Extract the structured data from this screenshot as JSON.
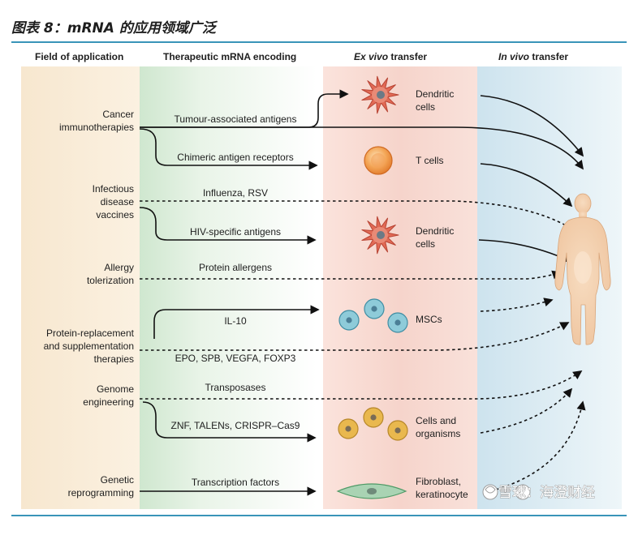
{
  "title": "图表 8：mRNA 的应用领域广泛",
  "headers": {
    "field": "Field of application",
    "encoding": "Therapeutic mRNA encoding",
    "exvivo_em": "Ex vivo",
    "exvivo_rest": " transfer",
    "invivo_em": "In vivo",
    "invivo_rest": " transfer"
  },
  "fields": [
    {
      "lines": [
        "Cancer",
        "immunotherapies"
      ]
    },
    {
      "lines": [
        "Infectious",
        "disease",
        "vaccines"
      ]
    },
    {
      "lines": [
        "Allergy",
        "tolerization"
      ]
    },
    {
      "lines": [
        "Protein-replacement",
        "and supplementation",
        "therapies"
      ]
    },
    {
      "lines": [
        "Genome",
        "engineering"
      ]
    },
    {
      "lines": [
        "Genetic",
        "reprogramming"
      ]
    }
  ],
  "encodings": [
    "Tumour-associated antigens",
    "Chimeric antigen receptors",
    "Influenza, RSV",
    "HIV-specific antigens",
    "Protein allergens",
    "IL-10",
    "EPO, SPB, VEGFA, FOXP3",
    "Transposases",
    "ZNF, TALENs, CRISPR–Cas9",
    "Transcription factors"
  ],
  "cells": [
    {
      "lines": [
        "Dendritic",
        "cells"
      ],
      "icon": "dendritic-cell-icon"
    },
    {
      "lines": [
        "T cells"
      ],
      "icon": "t-cell-icon"
    },
    {
      "lines": [
        "Dendritic",
        "cells"
      ],
      "icon": "dendritic-cell-icon"
    },
    {
      "lines": [
        "MSCs"
      ],
      "icon": "msc-cluster-icon"
    },
    {
      "lines": [
        "Cells and",
        "organisms"
      ],
      "icon": "cell-cluster-icon"
    },
    {
      "lines": [
        "Fibroblast,",
        "keratinocyte"
      ],
      "icon": "fibroblast-icon"
    }
  ],
  "watermark": "雪球：海澄财经",
  "colors": {
    "field_band": "#f6e3c8",
    "encoding_band": "#d8ecd8",
    "exvivo_band": "#f5d5cc",
    "invivo_band": "#d6e8f0",
    "arrow": "#111111",
    "human": "#f1cfae",
    "t_cell": "#f08e3e",
    "dendritic_cell": "#e26a55",
    "msc": "#8ecbd9",
    "cluster_cell": "#e9b84e",
    "fibroblast": "#a9d3b3",
    "frame_line": "#3a94b8"
  }
}
